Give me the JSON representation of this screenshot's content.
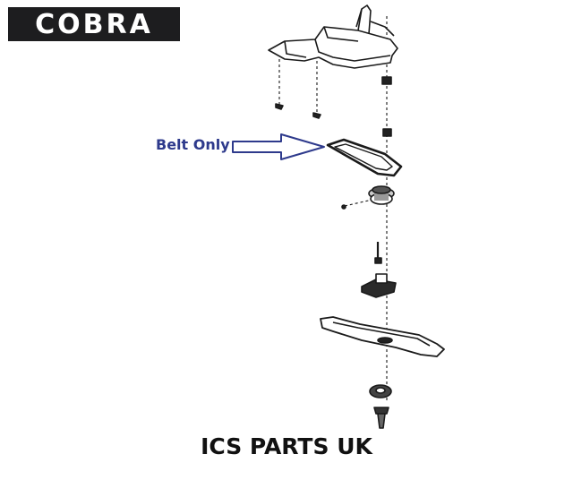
{
  "logo": {
    "text": "COBRA"
  },
  "callout": {
    "label": "Belt Only",
    "arrow_color": "#2e3a8c"
  },
  "footer": {
    "text": "ICS PARTS UK"
  },
  "colors": {
    "line": "#1a1a1a",
    "logo_bg": "#1d1d1f"
  }
}
